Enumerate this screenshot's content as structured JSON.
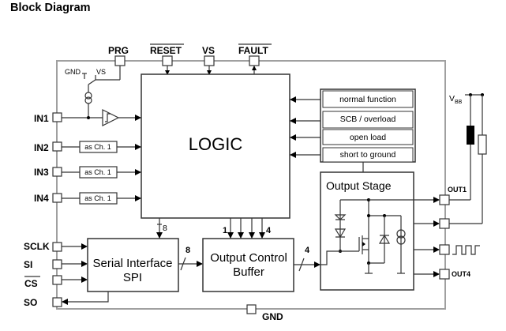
{
  "title": "Block Diagram",
  "top_pins": {
    "prg": "PRG",
    "reset": "RESET",
    "vs": "VS",
    "fault": "FAULT"
  },
  "selector": {
    "gnd": "GND",
    "vs": "VS"
  },
  "inputs": [
    {
      "pin": "IN1",
      "block": ""
    },
    {
      "pin": "IN2",
      "block": "as Ch. 1"
    },
    {
      "pin": "IN3",
      "block": "as Ch. 1"
    },
    {
      "pin": "IN4",
      "block": "as Ch. 1"
    }
  ],
  "logic": {
    "label": "LOGIC"
  },
  "diagnostics": [
    "normal function",
    "SCB / overload",
    "open load",
    "short to ground"
  ],
  "output_stage": {
    "label": "Output Stage"
  },
  "spi_pins": [
    {
      "pin": "SCLK"
    },
    {
      "pin": "SI"
    },
    {
      "pin": "CS"
    },
    {
      "pin": "SO"
    }
  ],
  "spi_block": {
    "line1": "Serial Interface",
    "line2": "SPI"
  },
  "ocb_block": {
    "line1": "Output Control",
    "line2": "Buffer"
  },
  "bus_labels": {
    "logic_to_spi": "8",
    "spi_to_ocb": "8",
    "logic_to_ocb_first": "1",
    "logic_to_ocb_last": "4",
    "ocb_to_stage": "4"
  },
  "outputs": {
    "out1": "OUT1",
    "out4": "OUT4"
  },
  "supply": {
    "v": "V",
    "sub": "BB"
  },
  "gnd_pin": "GND"
}
